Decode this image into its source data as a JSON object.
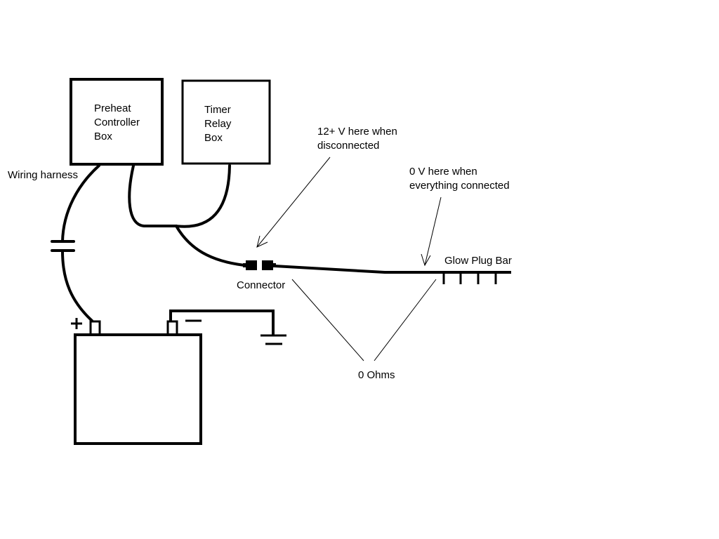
{
  "boxes": {
    "preheat_controller": [
      "Preheat",
      "Controller",
      "Box"
    ],
    "timer_relay": [
      "Timer",
      "Relay",
      "Box"
    ]
  },
  "labels": {
    "wiring_harness": "Wiring harness",
    "connector": "Connector",
    "glow_plug_bar": "Glow Plug Bar",
    "zero_ohms": "0 Ohms",
    "voltage_disconnected": [
      "12+ V here when",
      "disconnected"
    ],
    "voltage_connected": [
      "0 V here when",
      "everything connected"
    ]
  },
  "battery": {
    "positive_symbol": "+",
    "negative_symbol": "−"
  },
  "colors": {
    "ink": "#000000",
    "background": "#ffffff"
  }
}
